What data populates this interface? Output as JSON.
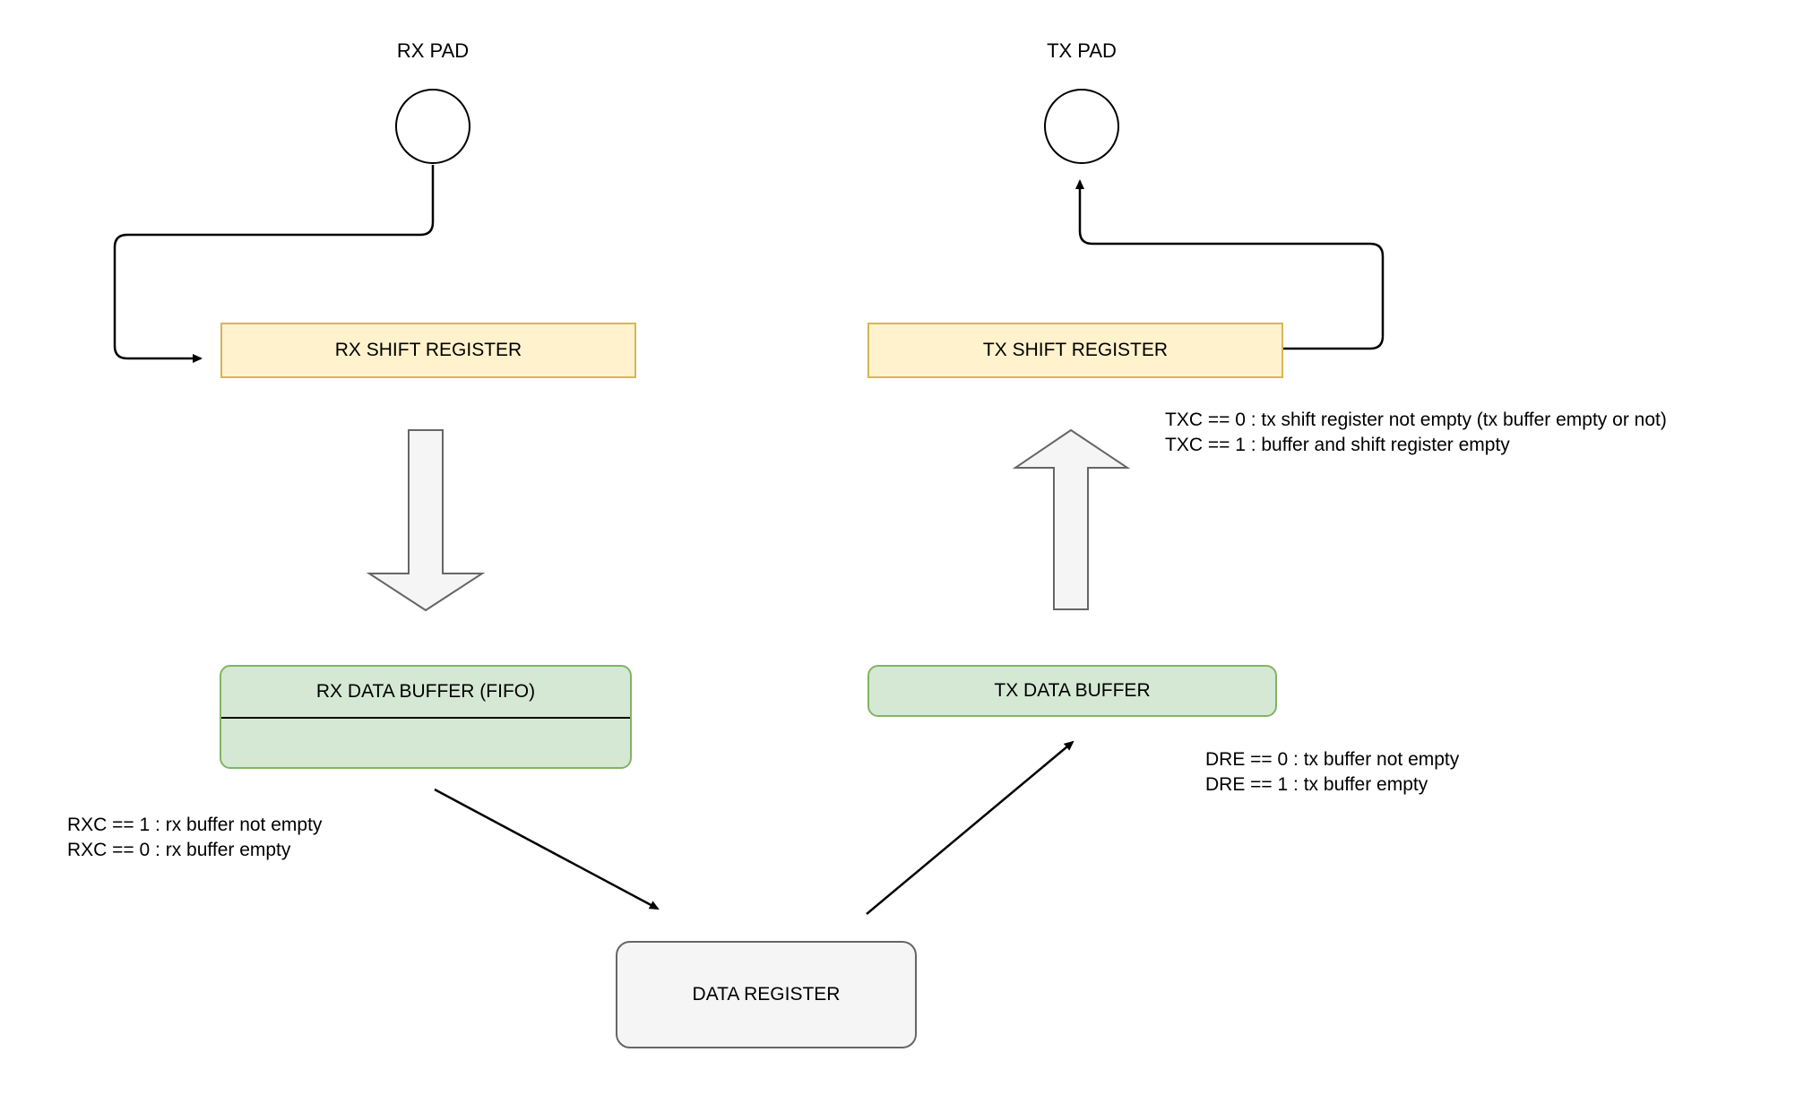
{
  "diagram": {
    "pads": {
      "rx": {
        "label": "RX PAD"
      },
      "tx": {
        "label": "TX PAD"
      }
    },
    "nodes": {
      "rx_shift_register": {
        "label": "RX SHIFT REGISTER"
      },
      "tx_shift_register": {
        "label": "TX SHIFT REGISTER"
      },
      "rx_data_buffer": {
        "label": "RX DATA BUFFER (FIFO)"
      },
      "tx_data_buffer": {
        "label": "TX DATA BUFFER"
      },
      "data_register": {
        "label": "DATA REGISTER"
      }
    },
    "annotations": {
      "txc": {
        "line1": "TXC == 0 : tx shift register not empty (tx buffer empty or not)",
        "line2": "TXC == 1 : buffer and shift register empty"
      },
      "rxc": {
        "line1": "RXC == 1 : rx buffer not empty",
        "line2": "RXC == 0 : rx buffer empty"
      },
      "dre": {
        "line1": "DRE == 0 : tx buffer not empty",
        "line2": "DRE == 1 : tx buffer empty"
      }
    },
    "colors": {
      "register_fill": "#FFF2CC",
      "register_border": "#D6B656",
      "buffer_fill": "#D5E8D4",
      "buffer_border": "#82B366",
      "neutral_fill": "#F5F5F5",
      "neutral_border": "#666666",
      "line": "#000000",
      "background": "#FFFFFF"
    }
  }
}
